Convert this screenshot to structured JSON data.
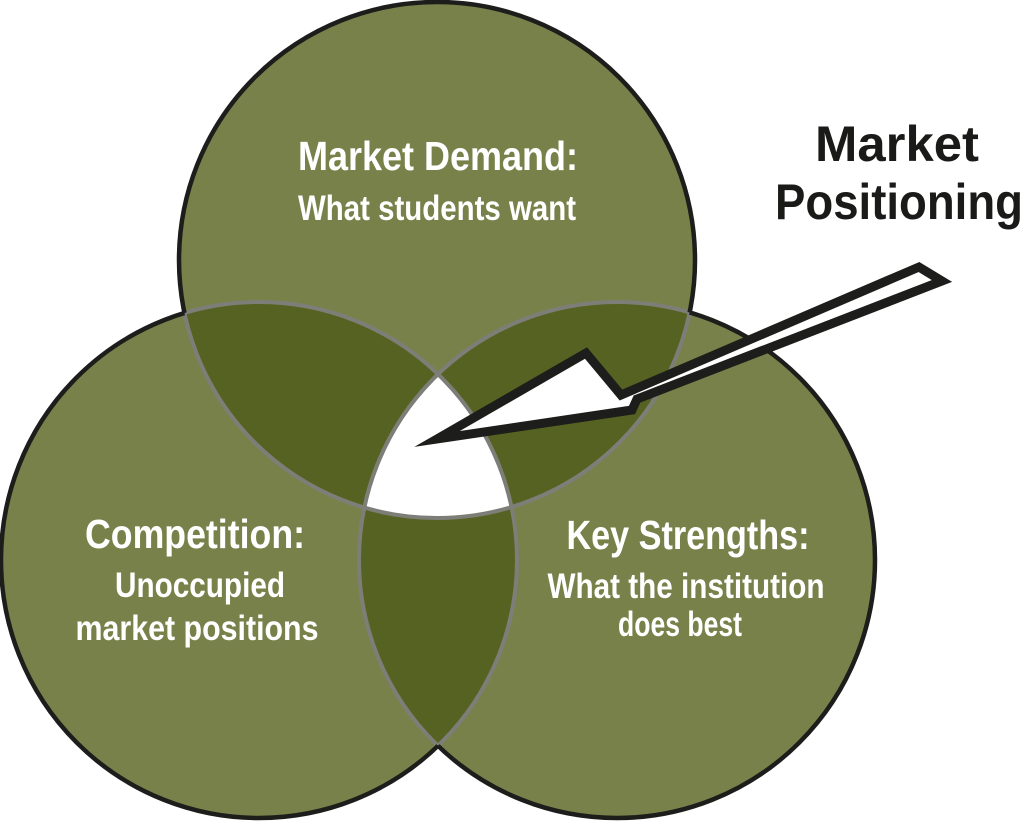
{
  "diagram": {
    "type": "venn-3-circle",
    "title": {
      "line1": "Market",
      "line2": "Positioning"
    },
    "circles": [
      {
        "id": "market-demand",
        "heading": "Market Demand:",
        "line1": "What students want",
        "line2": ""
      },
      {
        "id": "competition",
        "heading": "Competition:",
        "line1": "Unoccupied",
        "line2": "market positions"
      },
      {
        "id": "key-strengths",
        "heading": "Key Strengths:",
        "line1": "What the institution",
        "line2": "does best"
      }
    ],
    "center_region": "sweet-spot (intersection of all three circles, pointed to by arrow)",
    "colors": {
      "background": "#FFFFFF",
      "circle_fill": "#79814A",
      "overlap_fill": "#566221",
      "center_fill": "#FFFFFF",
      "inner_arc": "#7E7E78",
      "outer_stroke": "#1D1D1B",
      "label_text": "#FFFFFF",
      "title_text": "#1A1A18",
      "arrow_fill": "#FFFFFF",
      "arrow_stroke": "#1D1D1B"
    }
  }
}
